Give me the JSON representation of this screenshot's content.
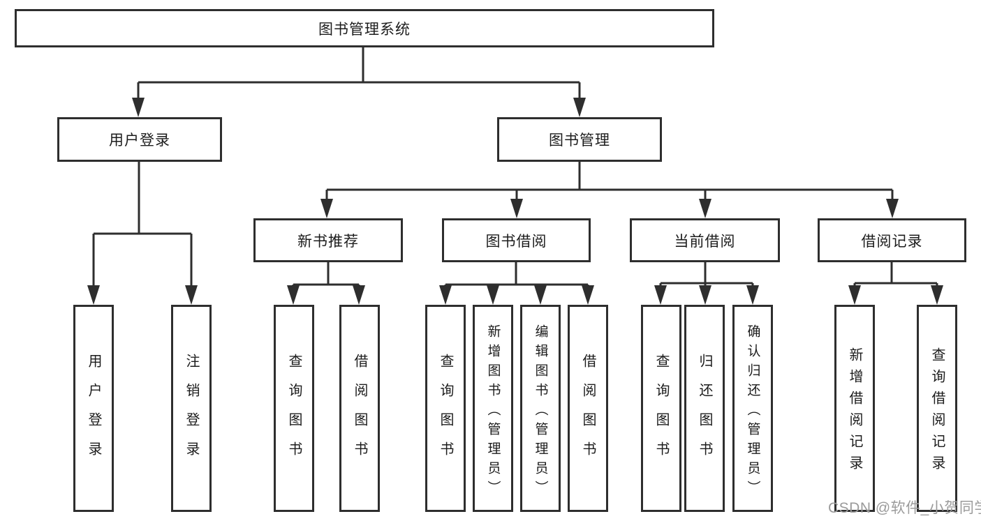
{
  "diagram": {
    "title": "图书管理系统",
    "root": {
      "label": "图书管理系统"
    },
    "level2": [
      {
        "label": "用户登录"
      },
      {
        "label": "图书管理"
      }
    ],
    "level3": [
      {
        "label": "新书推荐"
      },
      {
        "label": "图书借阅"
      },
      {
        "label": "当前借阅"
      },
      {
        "label": "借阅记录"
      }
    ],
    "leaves": [
      {
        "label": "用户登录",
        "parent": "用户登录"
      },
      {
        "label": "注销登录",
        "parent": "用户登录"
      },
      {
        "label": "查询图书",
        "parent": "新书推荐"
      },
      {
        "label": "借阅图书",
        "parent": "新书推荐"
      },
      {
        "label": "查询图书",
        "parent": "图书借阅"
      },
      {
        "label": "新增图书（管理员）",
        "parent": "图书借阅"
      },
      {
        "label": "编辑图书（管理员）",
        "parent": "图书借阅"
      },
      {
        "label": "借阅图书",
        "parent": "图书借阅"
      },
      {
        "label": "查询图书",
        "parent": "当前借阅"
      },
      {
        "label": "归还图书",
        "parent": "当前借阅"
      },
      {
        "label": "确认归还（管理员）",
        "parent": "当前借阅"
      },
      {
        "label": "新增借阅记录",
        "parent": "借阅记录"
      },
      {
        "label": "查询借阅记录",
        "parent": "借阅记录"
      }
    ],
    "colors": {
      "line": "#2e2e2e",
      "box_border": "#2e2e2e",
      "text": "#1c1c1c",
      "watermark": "#9b9b9b",
      "background": "#ffffff"
    },
    "watermark": "CSDN @软件_小贺同学"
  }
}
